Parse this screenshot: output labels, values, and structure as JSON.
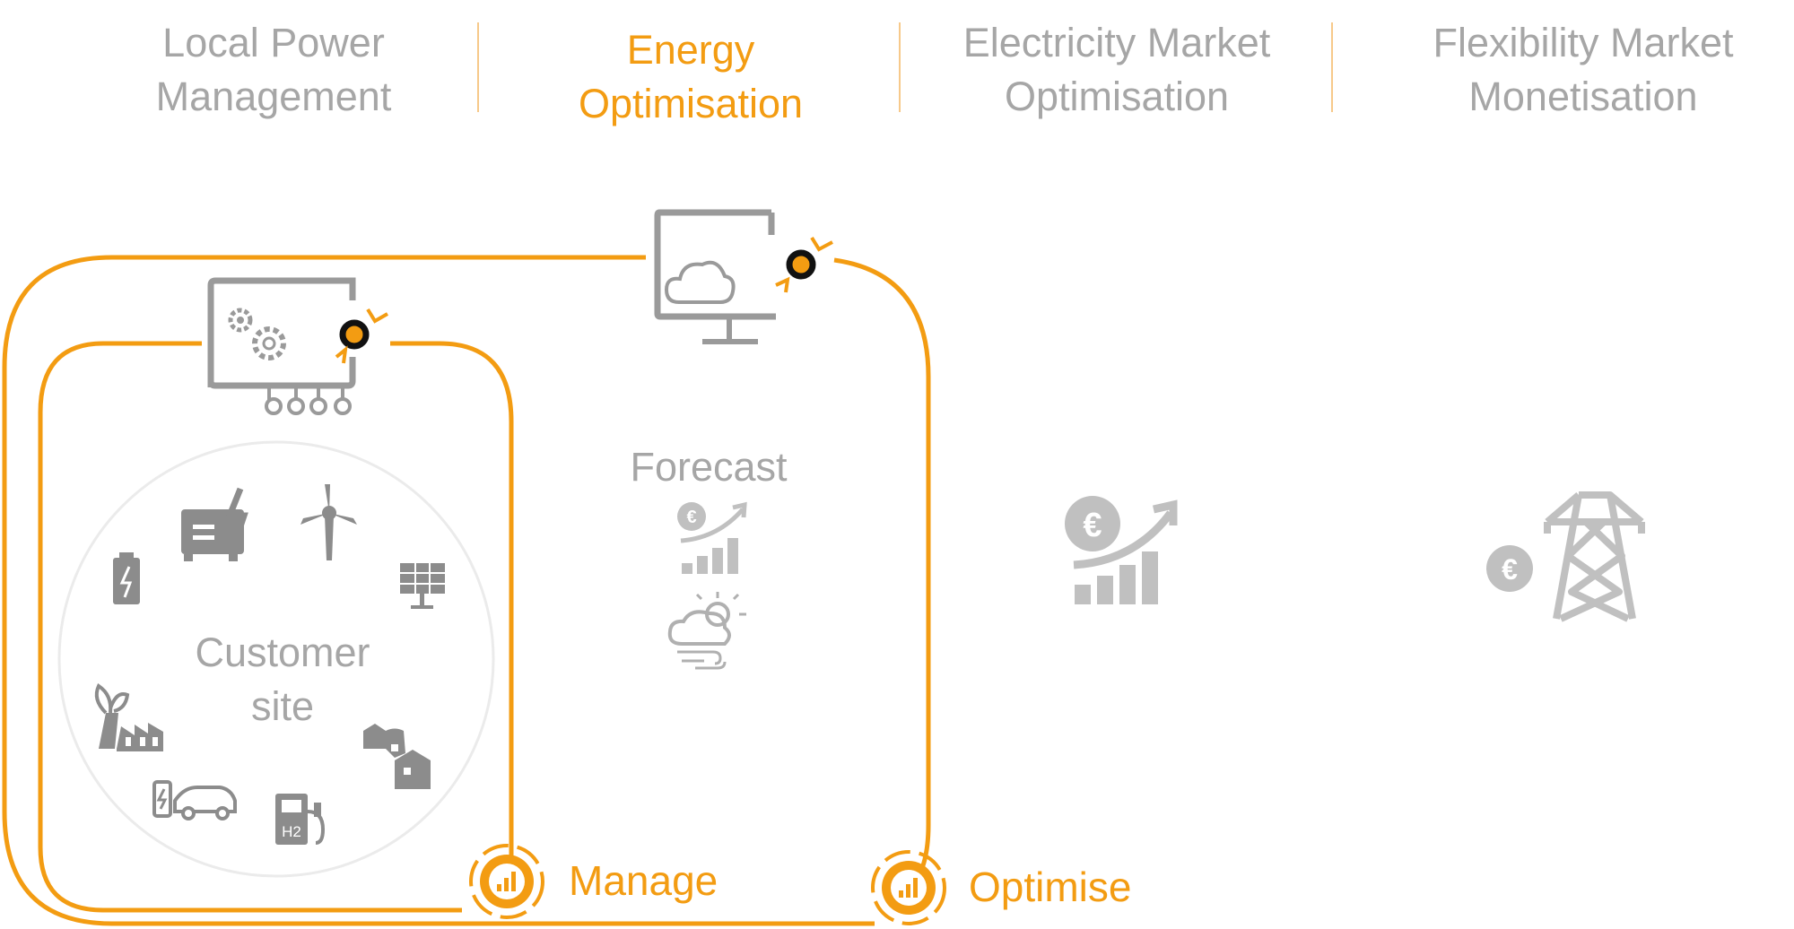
{
  "tabs": [
    {
      "line1": "Local Power",
      "line2": "Management",
      "active": false
    },
    {
      "line1": "Energy",
      "line2": "Optimisation",
      "active": true
    },
    {
      "line1": "Electricity Market",
      "line2": "Optimisation",
      "active": false
    },
    {
      "line1": "Flexibility Market",
      "line2": "Monetisation",
      "active": false
    }
  ],
  "diagram": {
    "center_label_line1": "Customer",
    "center_label_line2": "site",
    "forecast_label": "Forecast",
    "manage_label": "Manage",
    "optimise_label": "Optimise",
    "hydrogen_label": "H2",
    "icons": [
      "gears-controller-icon",
      "cloud-monitor-icon",
      "battery-icon",
      "generator-icon",
      "wind-turbine-icon",
      "solar-panel-icon",
      "factory-icon",
      "ev-charger-icon",
      "hydrogen-pump-icon",
      "houses-icon",
      "euro-growth-icon",
      "weather-icon",
      "euro-pylon-icon",
      "manage-gear-icon",
      "optimise-gear-icon"
    ]
  },
  "colors": {
    "accent": "#f39c12",
    "grey": "#a6a6a6",
    "icon_grey": "#8c8c8c",
    "light_circle": "#e8e8e8"
  }
}
